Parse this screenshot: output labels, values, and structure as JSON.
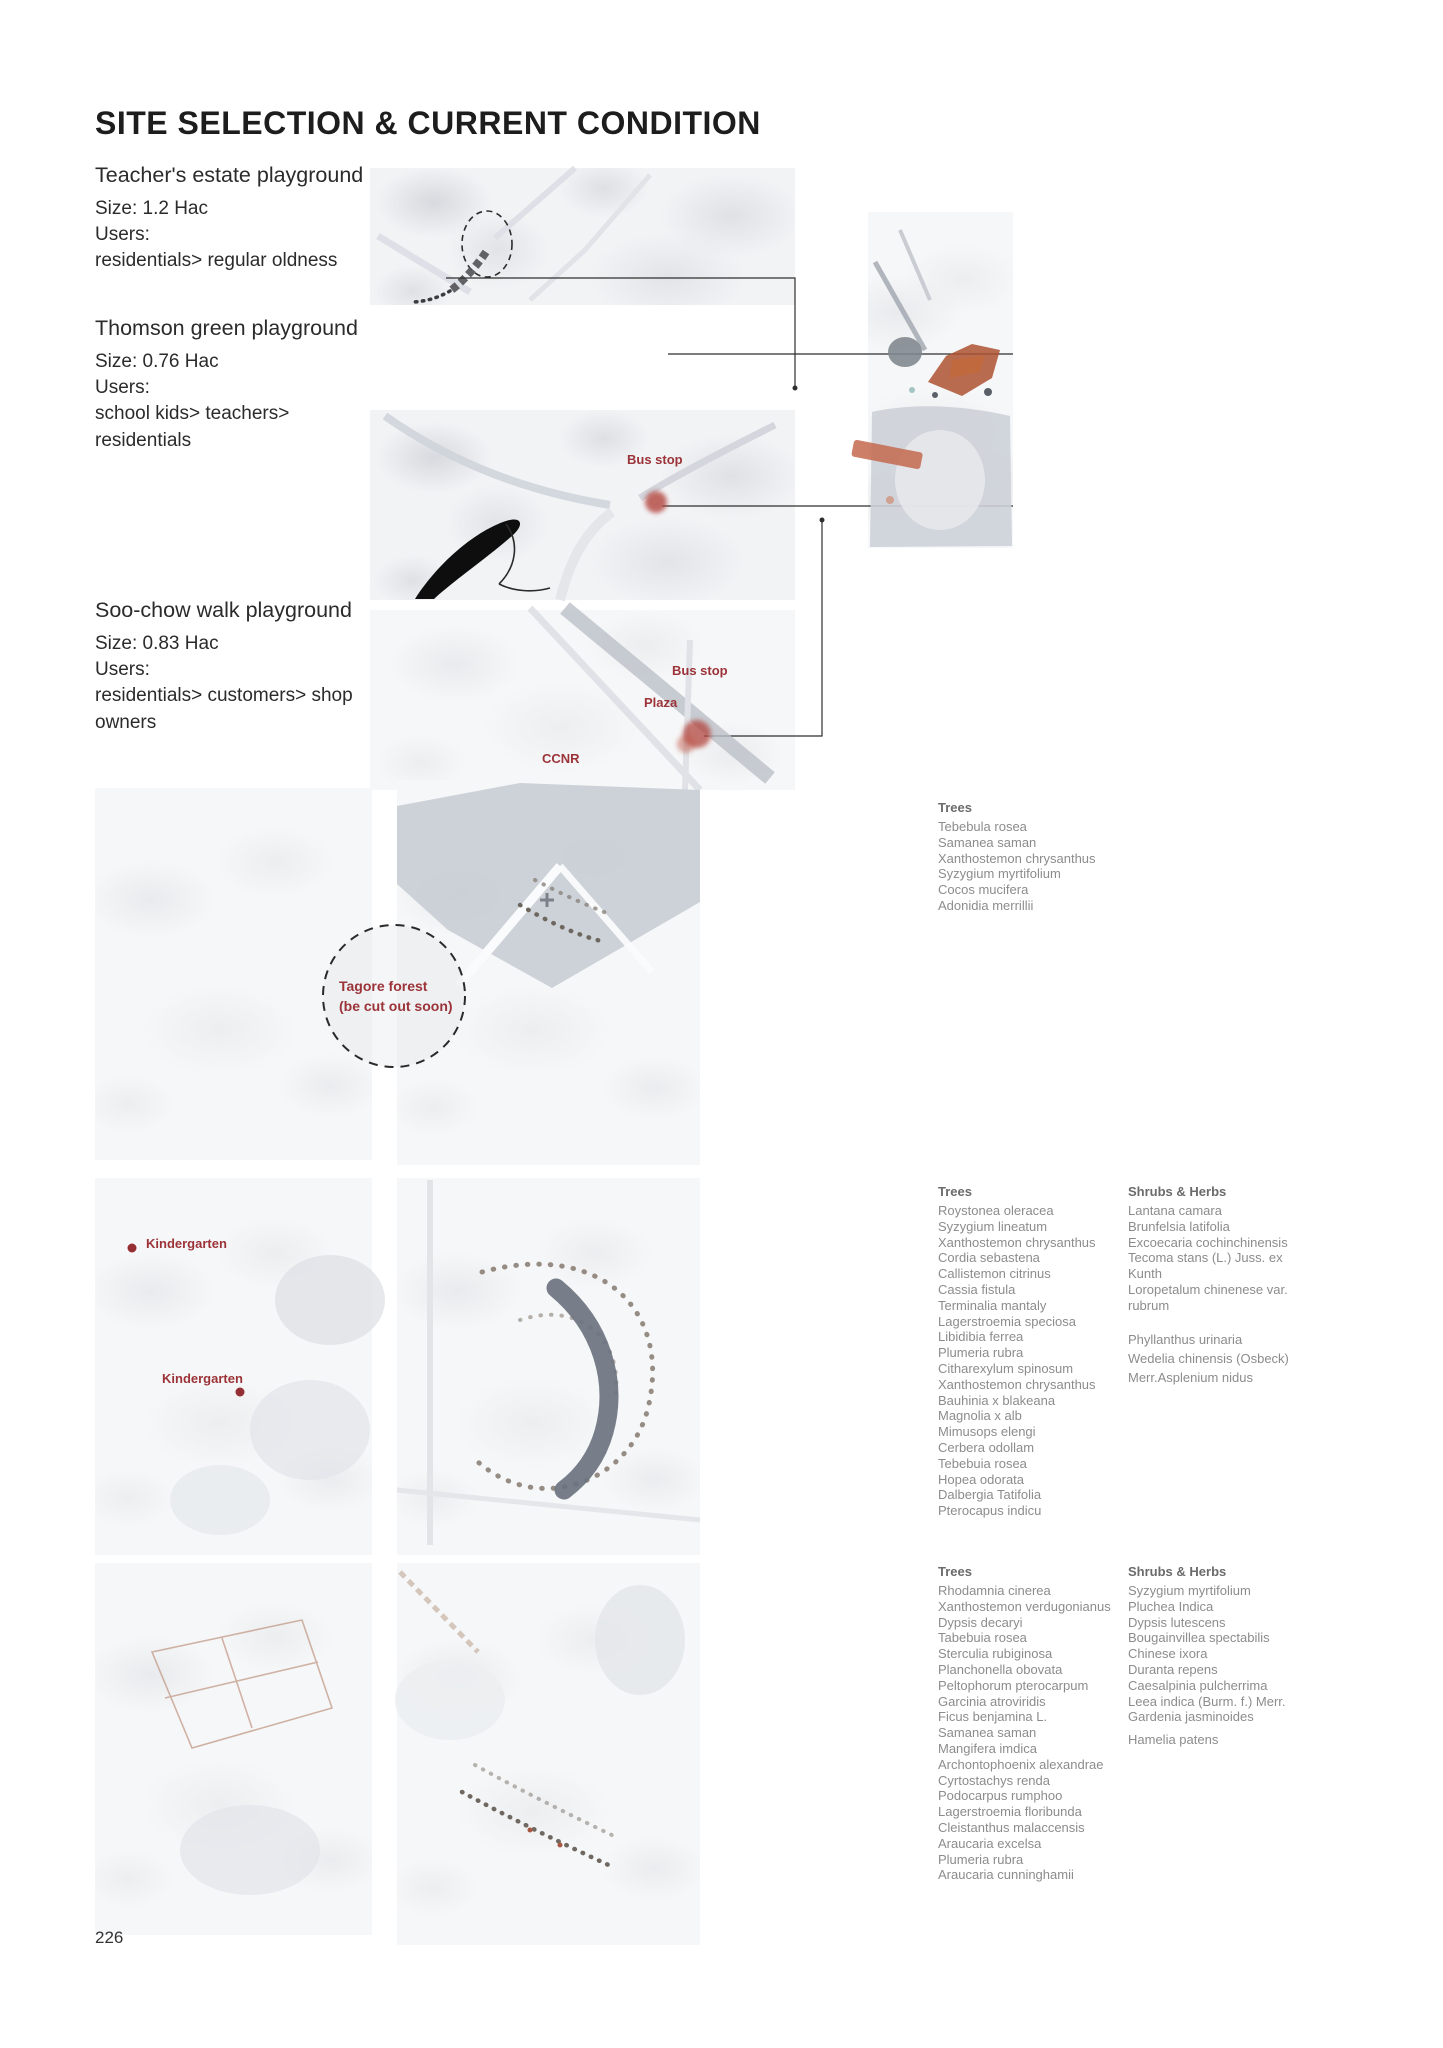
{
  "page": {
    "title": "SITE SELECTION & CURRENT CONDITION",
    "page_number": "226"
  },
  "sites": [
    {
      "name": "Teacher's estate playground",
      "size": "Size: 1.2 Hac",
      "users_label": "Users:",
      "users": "residentials> regular oldness"
    },
    {
      "name": "Thomson green playground",
      "size": "Size: 0.76 Hac",
      "users_label": "Users:",
      "users": "school kids> teachers>\nresidentials"
    },
    {
      "name": "Soo-chow walk playground",
      "size": "Size: 0.83 Hac",
      "users_label": "Users:",
      "users": "residentials> customers> shop\nowners"
    }
  ],
  "map_labels": {
    "thomson_bus_stop": "Bus stop",
    "soochow_bus_stop": "Bus stop",
    "soochow_plaza": "Plaza",
    "soochow_ccnr": "CCNR",
    "tagore": "Tagore forest\n(be cut out soon)",
    "kindergarten_upper": "Kindergarten",
    "kindergarten_lower": "Kindergarten"
  },
  "plant_lists": {
    "site_a": {
      "trees_header": "Trees",
      "trees": [
        "Tebebula rosea",
        "Samanea saman",
        "Xanthostemon chrysanthus",
        "Syzygium myrtifolium",
        "Cocos mucifera",
        "Adonidia merrillii"
      ]
    },
    "site_b": {
      "trees_header": "Trees",
      "trees": [
        "Roystonea oleracea",
        "Syzygium lineatum",
        "Xanthostemon chrysanthus",
        "Cordia sebastena",
        "Callistemon citrinus",
        "Cassia fistula",
        "Terminalia mantaly",
        "Lagerstroemia speciosa",
        "Libidibia ferrea",
        "Plumeria rubra",
        "Citharexylum spinosum",
        "Xanthostemon chrysanthus",
        "Bauhinia x blakeana",
        "Magnolia x alb",
        "Mimusops elengi",
        "Cerbera odollam",
        "Tebebuia rosea",
        "Hopea odorata",
        "Dalbergia Tatifolia",
        "Pterocapus indicu"
      ],
      "shrubs_header": "Shrubs & Herbs",
      "shrubs": [
        "Lantana camara",
        "Brunfelsia latifolia",
        "Excoecaria cochinchinensis",
        "Tecoma stans (L.) Juss. ex",
        "Kunth",
        "Loropetalum chinenese var.",
        "rubrum",
        "",
        "Phyllanthus urinaria",
        "Wedelia chinensis (Osbeck)",
        "Merr.Asplenium nidus"
      ]
    },
    "site_c": {
      "trees_header": "Trees",
      "trees": [
        "Rhodamnia cinerea",
        "Xanthostemon verdugonianus",
        "Dypsis decaryi",
        "Tabebuia rosea",
        "Sterculia rubiginosa",
        "Planchonella obovata",
        "Peltophorum pterocarpum",
        "Garcinia atroviridis",
        "Ficus benjamina L.",
        "Samanea saman",
        "Mangifera imdica",
        "Archontophoenix alexandrae",
        "Cyrtostachys renda",
        "Podocarpus rumphoo",
        "Lagerstroemia floribunda",
        "Cleistanthus malaccensis",
        "Araucaria excelsa",
        "Plumeria rubra",
        "Araucaria cunninghamii"
      ],
      "shrubs_header": "Shrubs & Herbs",
      "shrubs": [
        "Syzygium myrtifolium",
        "Pluchea Indica",
        "Dypsis lutescens",
        "Bougainvillea spectabilis",
        "Chinese ixora",
        "Duranta repens",
        "Caesalpinia pulcherrima",
        "Leea indica (Burm. f.) Merr.",
        "Gardenia jasminoides",
        "Hamelia patens"
      ]
    }
  },
  "colors": {
    "accent_red": "#9b3338",
    "line_color": "#2e2e2e"
  }
}
